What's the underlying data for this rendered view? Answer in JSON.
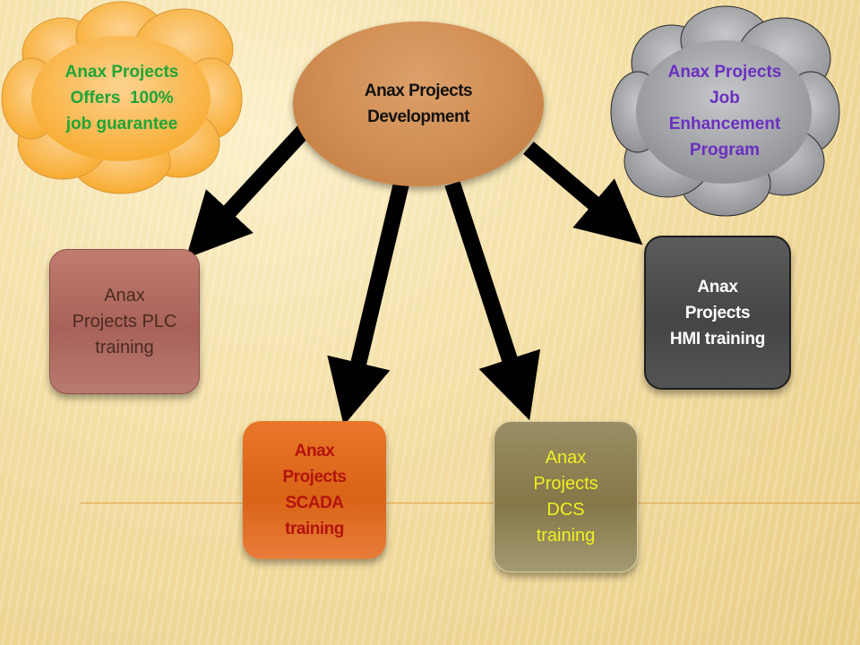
{
  "slide": {
    "center": {
      "lines": [
        "Anax Projects",
        "Development"
      ],
      "color": "#cf8b4f"
    },
    "cloud_left": {
      "lines": [
        "Anax Projects",
        "Offers  100%",
        "job guarantee"
      ],
      "fill": "#fbb847",
      "text_color": "#1fa535"
    },
    "cloud_right": {
      "lines": [
        "Anax Projects",
        "Job",
        "Enhancement",
        "Program"
      ],
      "fill": "#9fa1a5",
      "text_color": "#6a2fc0"
    },
    "boxes": {
      "plc": {
        "lines": [
          "Anax",
          "Projects PLC",
          "training"
        ],
        "fill": "#b06c62",
        "text_color": "#4a2a20"
      },
      "scada": {
        "lines": [
          "Anax",
          "Projects",
          "SCADA",
          "training"
        ],
        "fill": "#e06b20",
        "text_color": "#b3130d"
      },
      "dcs": {
        "lines": [
          "Anax",
          "Projects",
          "DCS",
          "training"
        ],
        "fill": "#8e8052",
        "text_color": "#f0f020"
      },
      "hmi": {
        "lines": [
          "Anax",
          "Projects",
          "HMI training"
        ],
        "fill": "#4a4b4c",
        "text_color": "#ffffff"
      }
    },
    "arrow_color": "#000000",
    "rule_color": "#e1a34a"
  }
}
